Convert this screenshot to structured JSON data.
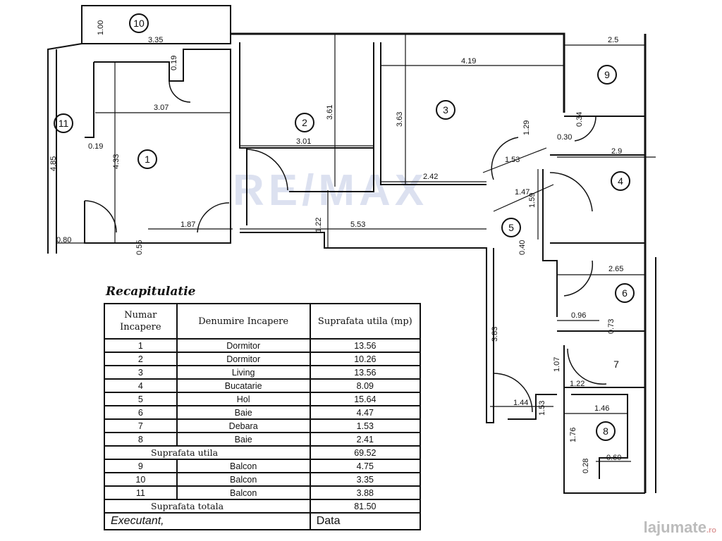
{
  "watermark": "RE/MAX",
  "site_logo": {
    "name": "lajumate",
    "suffix": ".ro"
  },
  "rooms": [
    "1",
    "2",
    "3",
    "4",
    "5",
    "6",
    "7",
    "8",
    "9",
    "10",
    "11"
  ],
  "dimensions": {
    "d100": "1.00",
    "d335": "3.35",
    "d019a": "0.19",
    "d307": "3.07",
    "d019b": "0.19",
    "d433": "4.33",
    "d485": "4.85",
    "d080": "0.80",
    "d055": "0.55",
    "d187": "1.87",
    "d361": "3.61",
    "d301": "3.01",
    "d122a": "1.22",
    "d553": "5.53",
    "d363": "3.63",
    "d419": "4.19",
    "d242": "2.42",
    "d129": "1.29",
    "d153a": "1.53",
    "d25": "2.5",
    "d034": "0.34",
    "d030": "0.30",
    "d29": "2.9",
    "d147": "1.47",
    "d159": "1.59",
    "d040": "0.40",
    "d383": "3.83",
    "d265": "2.65",
    "d096": "0.96",
    "d073": "0.73",
    "d107": "1.07",
    "d122b": "1.22",
    "d144": "1.44",
    "d153b": "1.53",
    "d146": "1.46",
    "d176": "1.76",
    "d060": "0.60",
    "d028": "0.28"
  },
  "recap": {
    "title": "Recapitulatie",
    "headers": {
      "number": "Numar Incapere",
      "name": "Denumire Incapere",
      "area": "Suprafata utila (mp)"
    },
    "rows": [
      {
        "no": "1",
        "name": "Dormitor",
        "area": "13.56"
      },
      {
        "no": "2",
        "name": "Dormitor",
        "area": "10.26"
      },
      {
        "no": "3",
        "name": "Living",
        "area": "13.56"
      },
      {
        "no": "4",
        "name": "Bucatarie",
        "area": "8.09"
      },
      {
        "no": "5",
        "name": "Hol",
        "area": "15.64"
      },
      {
        "no": "6",
        "name": "Baie",
        "area": "4.47"
      },
      {
        "no": "7",
        "name": "Debara",
        "area": "1.53"
      },
      {
        "no": "8",
        "name": "Baie",
        "area": "2.41"
      }
    ],
    "subtotal": {
      "label": "Suprafata utila",
      "area": "69.52"
    },
    "balcony_rows": [
      {
        "no": "9",
        "name": "Balcon",
        "area": "4.75"
      },
      {
        "no": "10",
        "name": "Balcon",
        "area": "3.35"
      },
      {
        "no": "11",
        "name": "Balcon",
        "area": "3.88"
      }
    ],
    "total": {
      "label": "Suprafata totala",
      "area": "81.50"
    },
    "footer": {
      "executant": "Executant,",
      "date": "Data"
    }
  }
}
